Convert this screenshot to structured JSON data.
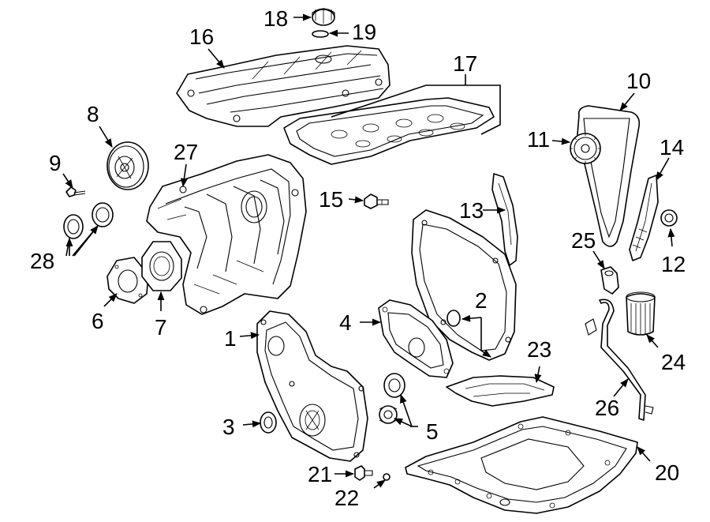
{
  "diagram": {
    "callouts": [
      {
        "id": "1",
        "label": "1"
      },
      {
        "id": "2",
        "label": "2"
      },
      {
        "id": "3",
        "label": "3"
      },
      {
        "id": "4",
        "label": "4"
      },
      {
        "id": "5",
        "label": "5"
      },
      {
        "id": "6",
        "label": "6"
      },
      {
        "id": "7",
        "label": "7"
      },
      {
        "id": "8",
        "label": "8"
      },
      {
        "id": "9",
        "label": "9"
      },
      {
        "id": "10",
        "label": "10"
      },
      {
        "id": "11",
        "label": "11"
      },
      {
        "id": "12",
        "label": "12"
      },
      {
        "id": "13",
        "label": "13"
      },
      {
        "id": "14",
        "label": "14"
      },
      {
        "id": "15",
        "label": "15"
      },
      {
        "id": "16",
        "label": "16"
      },
      {
        "id": "17",
        "label": "17"
      },
      {
        "id": "18",
        "label": "18"
      },
      {
        "id": "19",
        "label": "19"
      },
      {
        "id": "20",
        "label": "20"
      },
      {
        "id": "21",
        "label": "21"
      },
      {
        "id": "22",
        "label": "22"
      },
      {
        "id": "23",
        "label": "23"
      },
      {
        "id": "24",
        "label": "24"
      },
      {
        "id": "25",
        "label": "25"
      },
      {
        "id": "26",
        "label": "26"
      },
      {
        "id": "27",
        "label": "27"
      },
      {
        "id": "28",
        "label": "28"
      }
    ],
    "colors": {
      "ink": "#000000",
      "paper": "#ffffff"
    }
  }
}
